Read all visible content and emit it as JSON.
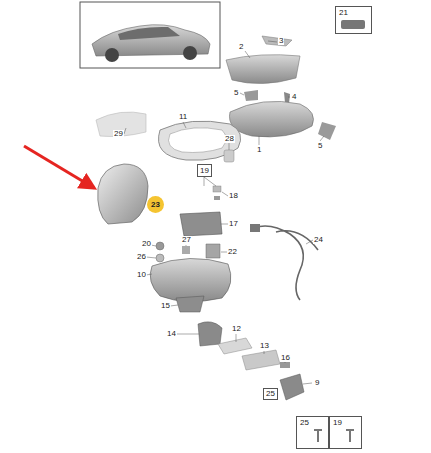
{
  "diagram": {
    "nodes": [
      {
        "text": [
          "21"
        ]
      },
      {
        "text": [
          "23"
        ]
      },
      {
        "text": [
          "19"
        ]
      },
      {
        "text": [
          "25"
        ]
      },
      {
        "text": [
          "25"
        ]
      },
      {
        "text": [
          "19"
        ]
      }
    ],
    "labels": [
      "2",
      "3",
      "5",
      "4",
      "29",
      "11",
      "28",
      "1",
      "5",
      "18",
      "17",
      "20",
      "24",
      "27",
      "22",
      "26",
      "10",
      "15",
      "14",
      "12",
      "13",
      "16",
      "9"
    ]
  }
}
